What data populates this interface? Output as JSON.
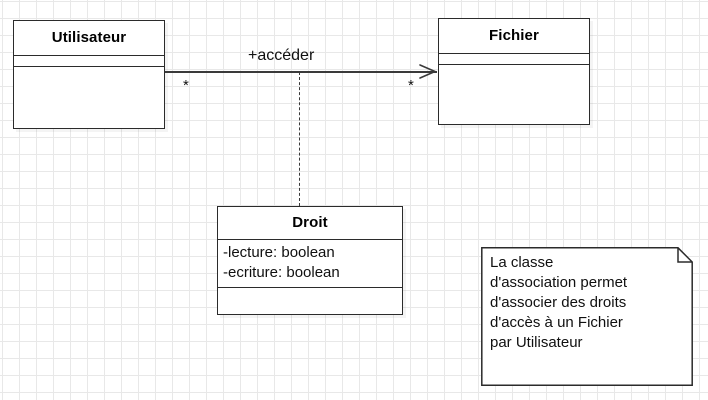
{
  "diagram": {
    "type": "uml-class-diagram",
    "background": "#ffffff",
    "grid_color": "#e8e8e8",
    "stroke_color": "#2b2b2b"
  },
  "classes": [
    {
      "id": "utilisateur",
      "name": "Utilisateur",
      "attributes": [],
      "operations": []
    },
    {
      "id": "fichier",
      "name": "Fichier",
      "attributes": [],
      "operations": []
    },
    {
      "id": "droit",
      "name": "Droit",
      "attributes": [
        "-lecture: boolean",
        "-ecriture: boolean"
      ],
      "operations": []
    }
  ],
  "association": {
    "label": "+accéder",
    "source": "Utilisateur",
    "target": "Fichier",
    "source_multiplicity": "*",
    "target_multiplicity": "*",
    "arrow": "open",
    "association_class": "Droit",
    "link_style": "dashed"
  },
  "note": {
    "text": "La classe\nd'association permet\nd'associer des droits\nd'accès à un Fichier\npar Utilisateur"
  }
}
